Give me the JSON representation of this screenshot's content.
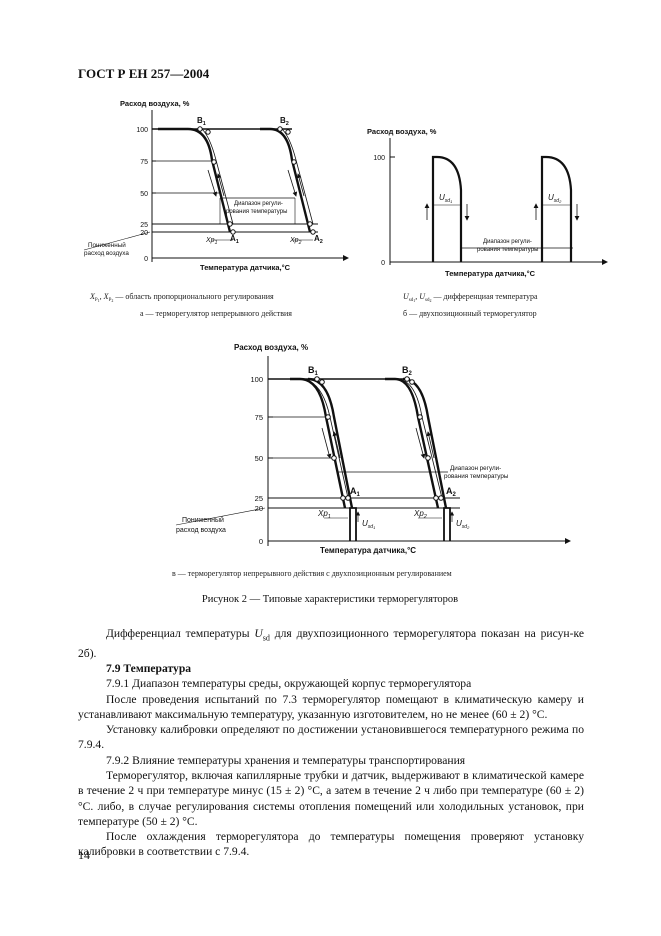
{
  "header": {
    "standard": "ГОСТ Р ЕН 257—2004"
  },
  "chart_a": {
    "ylabel": "Расход воздуха, %",
    "xlabel": "Температура датчика,°С",
    "yticks": [
      "100",
      "75",
      "50",
      "25",
      "20",
      "0"
    ],
    "reduced_flow_line1": "Пониженный",
    "reduced_flow_line2": "расход воздуха",
    "range_label_line1": "Диапазон регули-",
    "range_label_line2": "рования температуры",
    "point_b1": "B",
    "point_b1_sub": "1",
    "point_b2": "B",
    "point_b2_sub": "2",
    "point_a1": "A",
    "point_a1_sub": "1",
    "point_a2": "A",
    "point_a2_sub": "2",
    "xp1": "Xp",
    "xp1_sub": "1",
    "xp2": "Xp",
    "xp2_sub": "2",
    "caption_line1_a": "X",
    "caption_line1_sub1": "P",
    "caption_line1_sub1b": "1",
    "caption_line1_b": ", X",
    "caption_line1_sub2": "P",
    "caption_line1_sub2b": "2",
    "caption_line1_c": " — область пропорционального регулирования",
    "caption_line2": "а — терморегулятор непрерывного действия"
  },
  "chart_b": {
    "ylabel": "Расход воздуха, %",
    "xlabel": "Температура датчика,°С",
    "yticks": [
      "100",
      "0"
    ],
    "range_label_line1": "Диапазон регули-",
    "range_label_line2": "рования температуры",
    "usd1": "U",
    "usd1_sub": "sd",
    "usd1_subn": "1",
    "usd2": "U",
    "usd2_sub": "sd",
    "usd2_subn": "2",
    "caption_line1_a": "U",
    "caption_line1_sub1": "sd",
    "caption_line1_sub1b": "1",
    "caption_line1_b": ", U",
    "caption_line1_sub2": "sd",
    "caption_line1_sub2b": "2",
    "caption_line1_c": " — дифференциая температура",
    "caption_line2": "б — двухпозиционный терморегулятор"
  },
  "chart_c": {
    "ylabel": "Расход воздуха, %",
    "xlabel": "Температура датчика,°С",
    "yticks": [
      "100",
      "75",
      "50",
      "25",
      "20",
      "0"
    ],
    "reduced_flow_line1": "Пониженный",
    "reduced_flow_line2": "расход воздуха",
    "range_label_line1": "Диапазон регули-",
    "range_label_line2": "рования температуры",
    "point_b1": "B",
    "point_b1_sub": "1",
    "point_b2": "B",
    "point_b2_sub": "2",
    "point_a1": "A",
    "point_a1_sub": "1",
    "point_a2": "A",
    "point_a2_sub": "2",
    "xp1": "Xp",
    "xp1_sub": "1",
    "xp2": "Xp",
    "xp2_sub": "2",
    "usd1": "U",
    "usd1_sub": "sd",
    "usd1_subn": "1",
    "usd2": "U",
    "usd2_sub": "sd",
    "usd2_subn": "2",
    "caption": "в — терморегулятор непрерывного действия с двухпозиционным регулированием"
  },
  "figure_caption": "Рисунок 2 — Типовые характеристики терморегуляторов",
  "body": {
    "p1_a": "Дифференциал температуры ",
    "p1_var": "U",
    "p1_sub": "sd",
    "p1_b": " для двухпозиционного терморегулятора показан на рисун-ке 2б).",
    "heading": "7.9 Температура",
    "p2": "7.9.1 Диапазон температуры среды, окружающей корпус терморегулятора",
    "p3": "После проведения испытаний по 7.3 терморегулятор помещают в климатическую камеру и устанавливают максимальную температуру, указанную изготовителем, но не менее (60 ± 2) °С.",
    "p4": "Установку калибровки определяют по достижении установившегося температурного режима по 7.9.4.",
    "p5": "7.9.2 Влияние температуры хранения и температуры транспортирования",
    "p6": "Терморегулятор, включая капиллярные трубки и датчик, выдерживают в климатической камере в течение 2 ч при температуре минус (15 ± 2) °С, а затем в течение 2 ч либо при температуре (60 ± 2) °С. либо, в случае регулирования системы отопления помещений или холодильных установок, при температуре (50 ± 2) °С.",
    "p7": "После охлаждения терморегулятора до температуры помещения проверяют установку калибровки в соответствии с 7.9.4."
  },
  "page_number": "14"
}
